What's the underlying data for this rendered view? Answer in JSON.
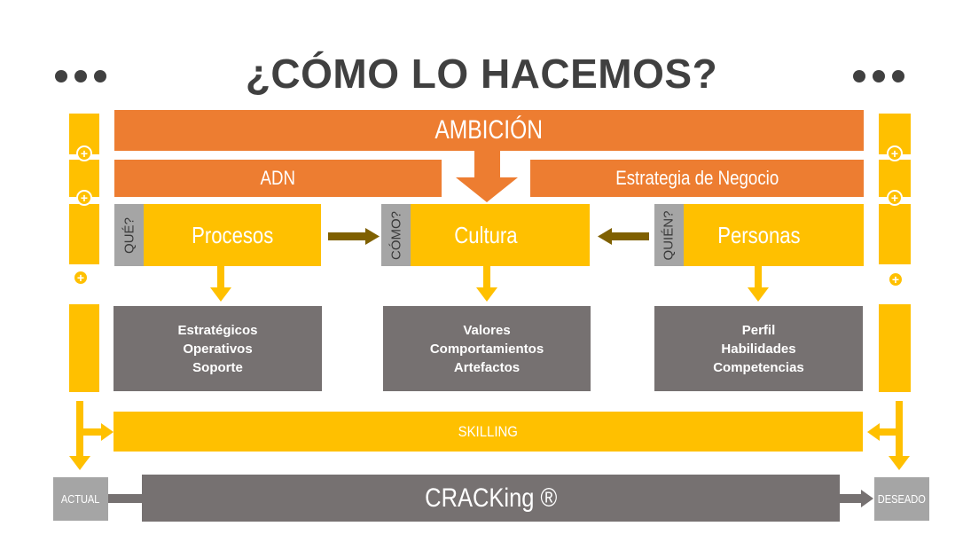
{
  "title": "¿CÓMO LO HACEMOS?",
  "ambicion": "AMBICIÓN",
  "adn": "ADN",
  "estrategia": "Estrategia de Negocio",
  "pillars": [
    {
      "tag": "QUÉ?",
      "label": "Procesos",
      "items": [
        "Estratégicos",
        "Operativos",
        "Soporte"
      ]
    },
    {
      "tag": "CÓMO?",
      "label": "Cultura",
      "items": [
        "Valores",
        "Comportamientos",
        "Artefactos"
      ]
    },
    {
      "tag": "QUIÉN?",
      "label": "Personas",
      "items": [
        "Perfil",
        "Habilidades",
        "Competencias"
      ]
    }
  ],
  "skilling": "SKILLING",
  "actual": "ACTUAL",
  "cracking": "CRACKing ®",
  "deseado": "DESEADO",
  "plus": "+",
  "colors": {
    "orange": "#ed7d31",
    "yellow": "#ffc000",
    "gray": "#767171",
    "arrow": "#7f6000"
  }
}
